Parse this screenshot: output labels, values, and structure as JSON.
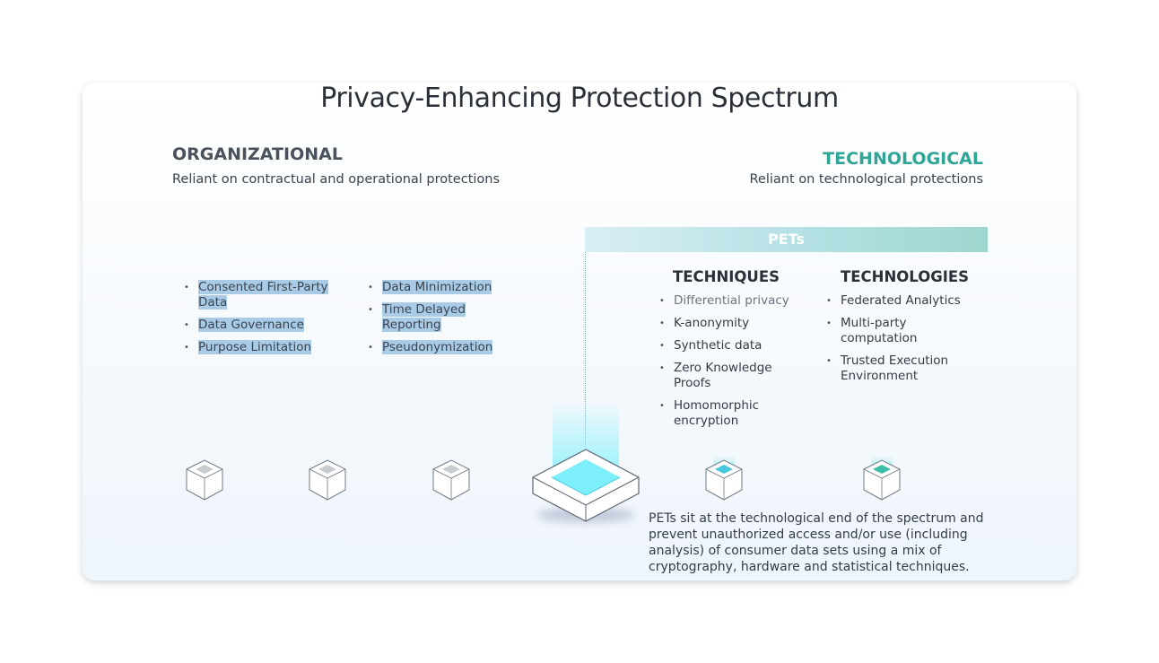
{
  "title": "Privacy-Enhancing Protection Spectrum",
  "organizational": {
    "heading": "ORGANIZATIONAL",
    "subtitle": "Reliant on contractual and operational protections",
    "col1": [
      "Consented First-Party Data",
      "Data Governance",
      "Purpose Limitation"
    ],
    "col2": [
      "Data Minimization",
      "Time Delayed Reporting",
      "Pseudonymization"
    ]
  },
  "technological": {
    "heading": "TECHNOLOGICAL",
    "subtitle": "Reliant on technological protections"
  },
  "pets": {
    "band_label": "PETs",
    "techniques_heading": "TECHNIQUES",
    "techniques": [
      "Differential privacy",
      "K-anonymity",
      "Synthetic data",
      "Zero Knowledge Proofs",
      "Homomorphic encryption"
    ],
    "technologies_heading": "TECHNOLOGIES",
    "technologies": [
      "Federated Analytics",
      "Multi-party computation",
      "Trusted Execution Environment"
    ],
    "description": "PETs sit at the technological end of the spectrum and prevent unauthorized access and/or use (including analysis) of consumer data sets using a mix of cryptography, hardware and statistical techniques."
  },
  "colors": {
    "tech_accent": "#2fa597",
    "highlight": "#a9cbe5",
    "glow": "#7ef0fb"
  }
}
